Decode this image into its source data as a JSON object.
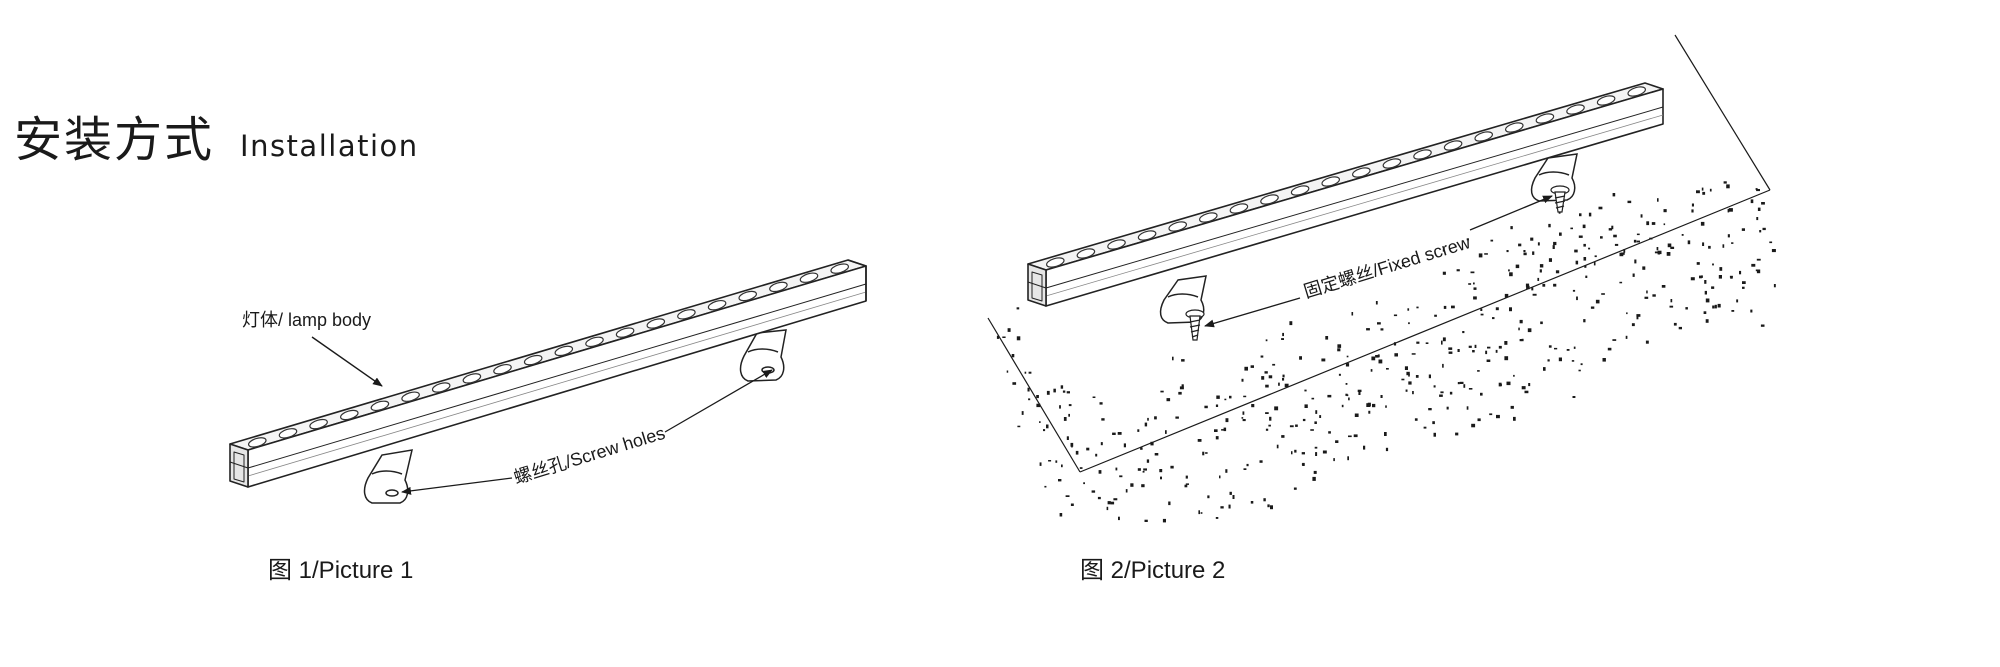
{
  "title": {
    "cn": "安装方式",
    "en": "Installation"
  },
  "figure1": {
    "label_lamp_body": "灯体/ lamp body",
    "label_screw_holes": "螺丝孔/Screw holes",
    "caption": "图 1/Picture 1",
    "led_count": 20
  },
  "figure2": {
    "label_fixed_screw": "固定螺丝/Fixed screw",
    "caption": "图 2/Picture 2",
    "led_count": 20
  }
}
